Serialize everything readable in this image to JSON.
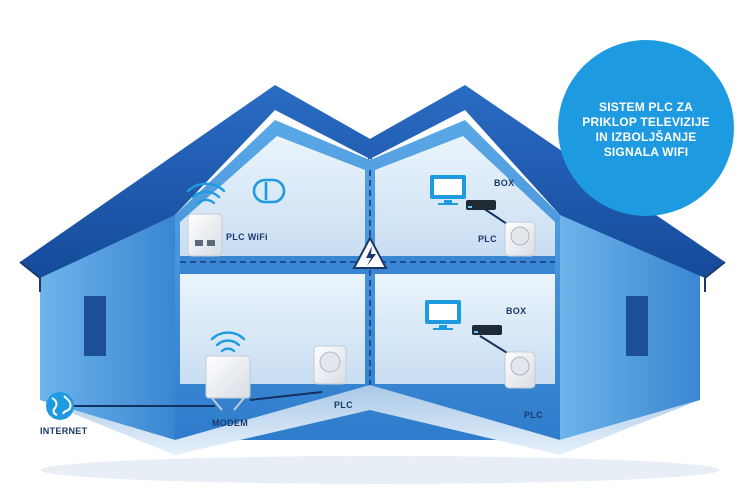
{
  "badge": {
    "lines": [
      "SISTEM PLC ZA",
      "PRIKLOP TELEVIZIJE",
      "IN IZBOLJŠANJE",
      "SIGNALA WIFI"
    ],
    "color": "#1e9be0"
  },
  "labels": {
    "plc_wifi": "PLC WiFi",
    "box_top": "BOX",
    "plc_top_right": "PLC",
    "box_bottom": "BOX",
    "plc_bottom_center": "PLC",
    "plc_bottom_right": "PLC",
    "modem": "MODEM",
    "internet": "INTERNET"
  },
  "icons": {
    "wifi": "wifi-icon",
    "remote": "remote-icon",
    "tv": "tv-icon",
    "globe": "globe-icon",
    "power_warning": "high-voltage-icon"
  },
  "colors": {
    "roof": "#1f5fb8",
    "wall": "#3f8fd8",
    "accent_blue": "#1e9be0",
    "cable": "#14305e"
  }
}
